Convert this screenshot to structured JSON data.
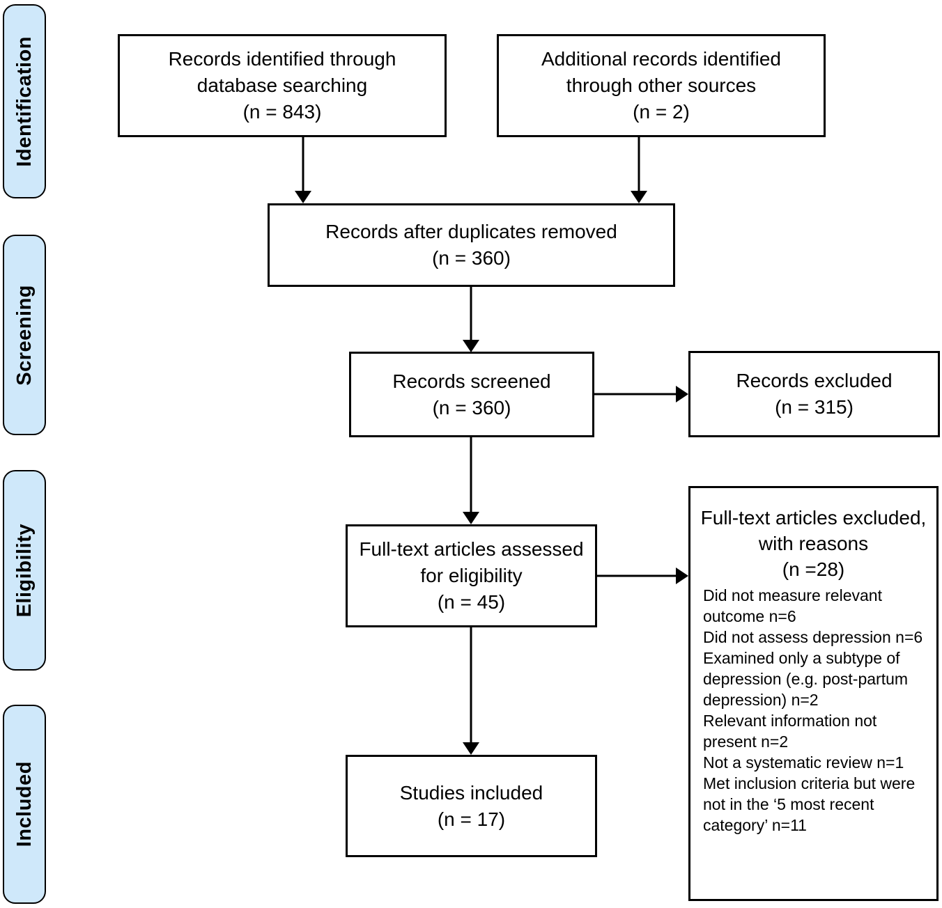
{
  "stages": [
    {
      "label": "Identification"
    },
    {
      "label": "Screening"
    },
    {
      "label": "Eligibility"
    },
    {
      "label": "Included"
    }
  ],
  "boxes": {
    "identified": {
      "lines": [
        "Records identified through",
        "database searching",
        "(n = 843)"
      ]
    },
    "additional": {
      "lines": [
        "Additional records identified",
        "through other sources",
        "(n = 2)"
      ]
    },
    "duplicates": {
      "lines": [
        "Records after duplicates removed",
        "(n = 360)"
      ]
    },
    "screened": {
      "lines": [
        "Records screened",
        "(n = 360)"
      ]
    },
    "records_excluded": {
      "lines": [
        "Records excluded",
        "(n = 315)"
      ]
    },
    "fulltext_assessed": {
      "lines": [
        "Full-text articles assessed",
        "for eligibility",
        "(n = 45)"
      ]
    },
    "fulltext_excluded": {
      "title_lines": [
        "Full-text articles excluded,",
        "with reasons",
        "(n =28)"
      ],
      "reasons": [
        "Did not measure relevant outcome n=6",
        "Did not assess depression n=6",
        "Examined only a subtype of depression (e.g. post-partum depression) n=2",
        "Relevant information not present n=2",
        "Not a systematic review n=1",
        "Met inclusion criteria but were not in the ‘5 most recent category’ n=11"
      ]
    },
    "studies_included": {
      "lines": [
        "Studies included",
        "(n = 17)"
      ]
    }
  },
  "colors": {
    "stage_fill": "#cfe8fa",
    "box_border": "#000000"
  }
}
